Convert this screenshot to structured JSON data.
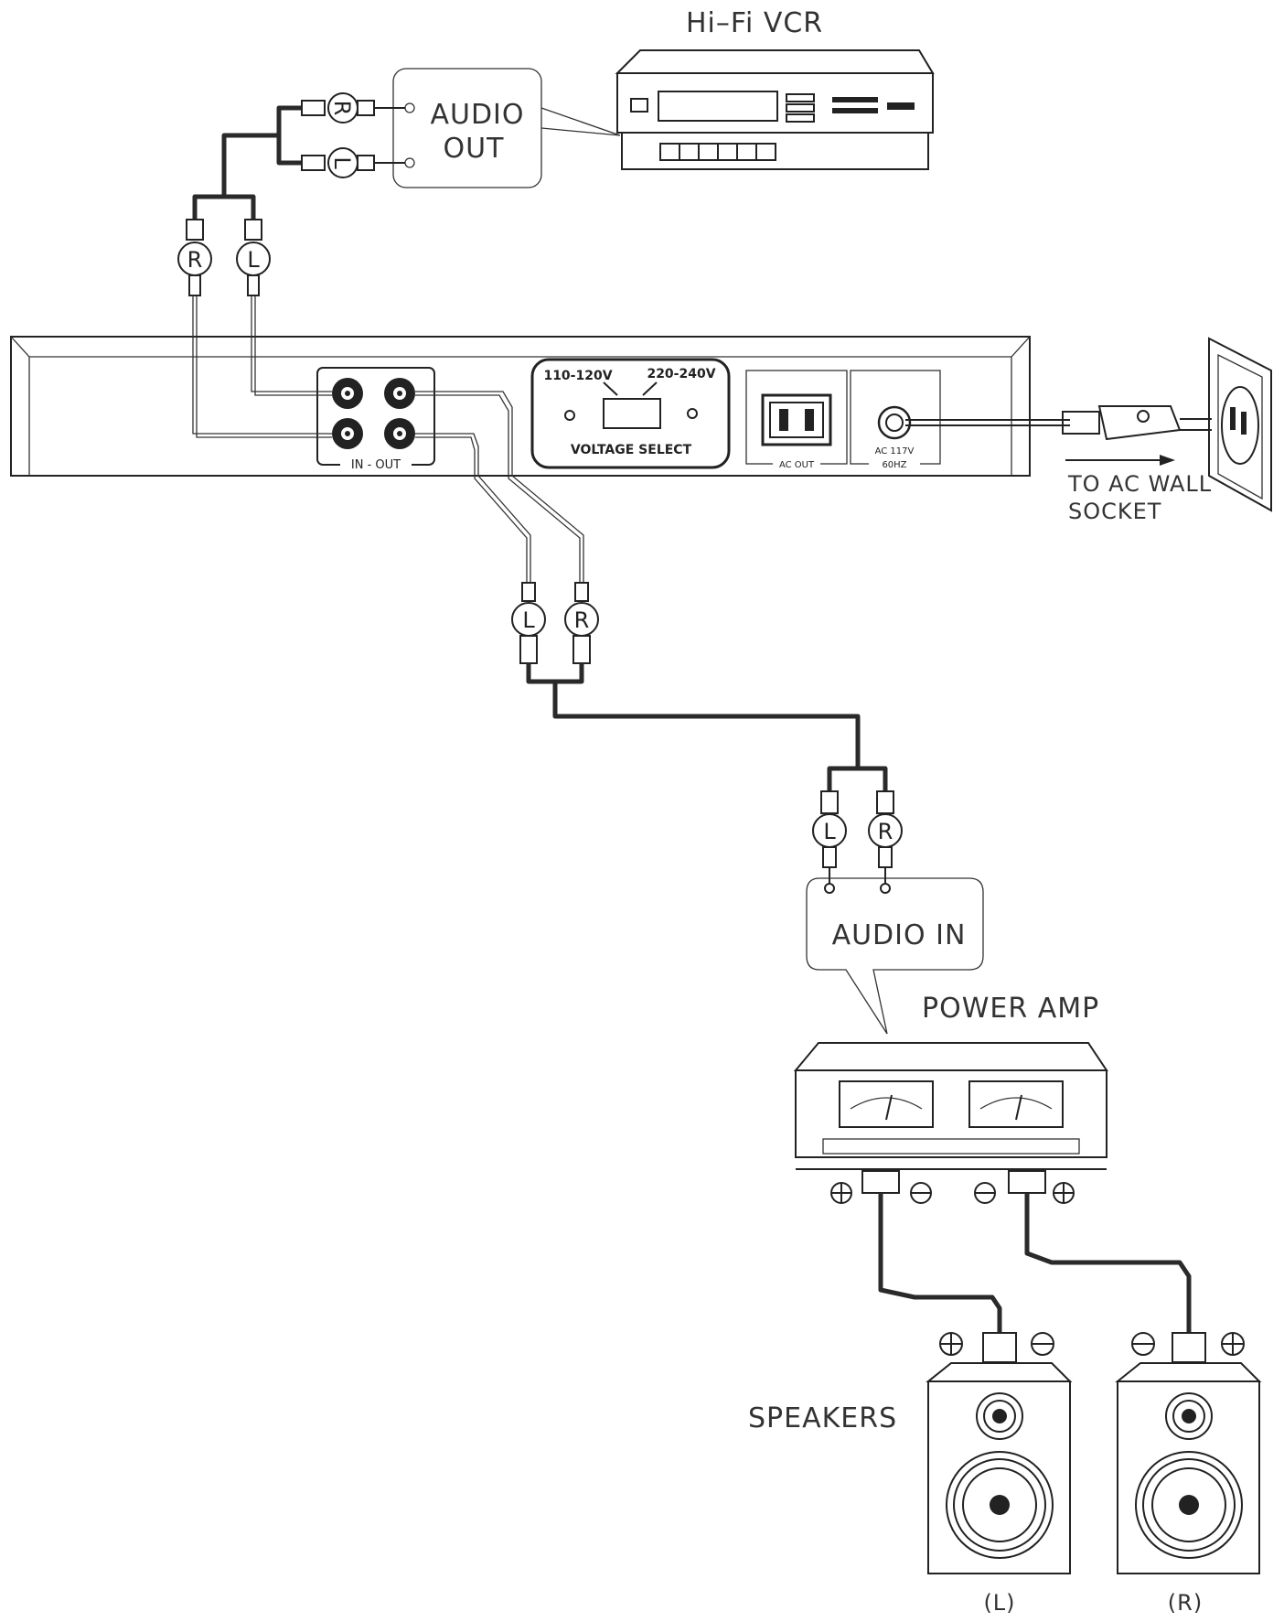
{
  "vcr": {
    "title": "Hi–Fi VCR"
  },
  "audio_out": {
    "line1": "AUDIO",
    "line2": "OUT"
  },
  "audio_in": {
    "label": "AUDIO IN"
  },
  "power_amp": {
    "title": "POWER AMP"
  },
  "unit": {
    "io_label": "IN - OUT",
    "voltage_low": "110-120V",
    "voltage_high": "220-240V",
    "voltage_select": "VOLTAGE SELECT",
    "ac_out": "AC OUT",
    "ac_in_line1": "AC 117V",
    "ac_in_line2": "60HZ"
  },
  "wall": {
    "line1": "TO AC WALL",
    "line2": "SOCKET"
  },
  "speakers": {
    "title": "SPEAKERS",
    "left": "(L)",
    "right": "(R)"
  },
  "plugs": {
    "r": "R",
    "l": "L"
  }
}
